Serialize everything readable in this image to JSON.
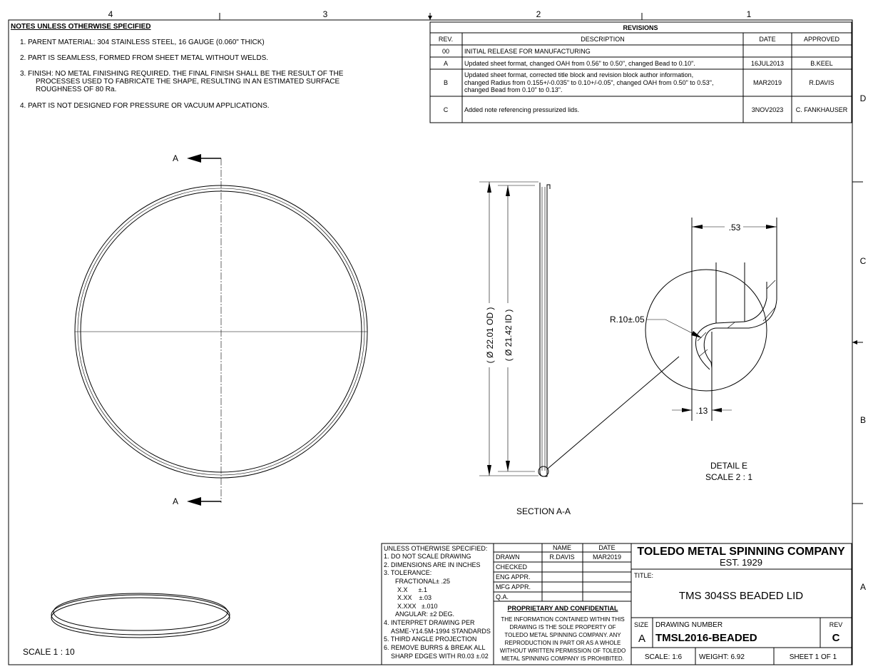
{
  "zones": {
    "top": [
      "4",
      "3",
      "2",
      "1"
    ],
    "right": [
      "D",
      "C",
      "B",
      "A"
    ]
  },
  "notes": {
    "header": "NOTES UNLESS OTHERWISE SPECIFIED",
    "items": [
      "1.   PARENT MATERIAL: 304 STAINLESS STEEL, 16 GAUGE (0.060\" THICK)",
      "2.   PART IS SEAMLESS, FORMED FROM SHEET METAL WITHOUT WELDS.",
      "3.   FINISH: NO METAL FINISHING REQUIRED.  THE FINAL FINISH SHALL BE THE RESULT OF THE",
      "PROCESSES USED TO FABRICATE THE SHAPE, RESULTING IN AN ESTIMATED SURFACE",
      "ROUGHNESS OF 80 Ra.",
      "4.   PART IS NOT DESIGNED FOR PRESSURE OR VACUUM APPLICATIONS."
    ]
  },
  "revisions": {
    "title": "REVISIONS",
    "headers": [
      "REV.",
      "DESCRIPTION",
      "DATE",
      "APPROVED"
    ],
    "rows": [
      {
        "rev": "00",
        "desc": [
          "INITIAL RELEASE FOR MANUFACTURING"
        ],
        "date": "",
        "approved": ""
      },
      {
        "rev": "A",
        "desc": [
          "Updated sheet format, changed OAH from 0.56\" to 0.50\", changed Bead to 0.10\"."
        ],
        "date": "16JUL2013",
        "approved": "B.KEEL"
      },
      {
        "rev": "B",
        "desc": [
          "Updated sheet format, corrected title block and revision block author information,",
          "changed Radius from 0.155+/-0.035\" to 0.10+/-0.05\", changed OAH from 0.50\" to 0.53\",",
          "changed Bead from 0.10\" to 0.13\"."
        ],
        "date": "MAR2019",
        "approved": "R.DAVIS"
      },
      {
        "rev": "C",
        "desc": [
          "Added note referencing pressurized lids."
        ],
        "date": "3NOV2023",
        "approved": "C. FANKHAUSER"
      }
    ]
  },
  "views": {
    "section_marker": "A",
    "section_label": "SECTION A-A",
    "od_dim": "( Ø 22.01 OD )",
    "id_dim": "( Ø 21.42 ID )",
    "detail_label": "DETAIL E",
    "detail_scale": "SCALE 2 : 1",
    "dim_height": ".53",
    "dim_bead": ".13",
    "dim_radius": "R.10±.05",
    "iso_scale": "SCALE 1 : 10"
  },
  "title_block": {
    "general_notes": [
      "UNLESS OTHERWISE SPECIFIED:",
      "1. DO NOT SCALE DRAWING",
      "2. DIMENSIONS ARE IN INCHES",
      "3. TOLERANCE:",
      "FRACTIONAL± .25",
      "X.X      ±.1",
      "X.XX    ±.03",
      "X.XXX   ±.010",
      "ANGULAR: ±2 DEG.",
      "4. INTERPRET DRAWING PER",
      "ASME-Y14.5M-1994 STANDARDS",
      "5. THIRD ANGLE PROJECTION",
      "6. REMOVE BURRS & BREAK ALL",
      "SHARP EDGES WITH R0.03 ±.02"
    ],
    "sign_headers": [
      "NAME",
      "DATE"
    ],
    "sign_rows": [
      {
        "role": "DRAWN",
        "name": "R.DAVIS",
        "date": "MAR2019"
      },
      {
        "role": "CHECKED",
        "name": "",
        "date": ""
      },
      {
        "role": "ENG APPR.",
        "name": "",
        "date": ""
      },
      {
        "role": "MFG APPR.",
        "name": "",
        "date": ""
      },
      {
        "role": "Q.A.",
        "name": "",
        "date": ""
      }
    ],
    "proprietary_title": "PROPRIETARY AND CONFIDENTIAL",
    "proprietary_text": [
      "THE INFORMATION CONTAINED WITHIN THIS",
      "DRAWING IS THE SOLE PROPERTY OF",
      "TOLEDO METAL SPINNING COMPANY.  ANY",
      "REPRODUCTION IN PART OR AS A WHOLE",
      "WITHOUT WRITTEN PERMISSION OF TOLEDO",
      "METAL SPINNING COMPANY IS PROHIBITED."
    ],
    "company": "TOLEDO METAL SPINNING COMPANY",
    "established": "EST. 1929",
    "title_label": "TITLE:",
    "title": "TMS 304SS BEADED LID",
    "size_label": "SIZE",
    "size": "A",
    "drawing_number_label": "DRAWING NUMBER",
    "drawing_number": "TMSL2016-BEADED",
    "rev_label": "REV",
    "rev": "C",
    "scale": "SCALE: 1:6",
    "weight": "WEIGHT: 6.92",
    "sheet": "SHEET 1 OF 1"
  }
}
